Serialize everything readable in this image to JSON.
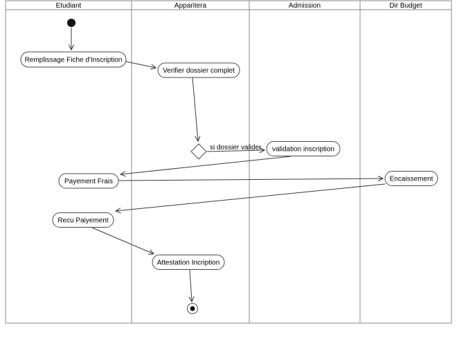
{
  "diagram": {
    "type": "uml-activity-swimlane",
    "lanes": [
      {
        "label": "Etudiant"
      },
      {
        "label": "Apparitera"
      },
      {
        "label": "Admission"
      },
      {
        "label": "Dir Budget"
      }
    ],
    "activities": {
      "remplissage": "Remplissage Fiche d'Inscription",
      "verifier": "Verifier dossier complet",
      "validation": "validation inscription",
      "payement": "Payement Frais",
      "encaissement": "Encaissement",
      "recu": "Recu Paiyement",
      "attestation": "Attestation Incription"
    },
    "guard": "si  dossier valider.",
    "colors": {
      "line": "#3a3a3a",
      "lane_line": "#8a8a8a",
      "node_fill": "#ffffff",
      "text": "#000000"
    }
  }
}
